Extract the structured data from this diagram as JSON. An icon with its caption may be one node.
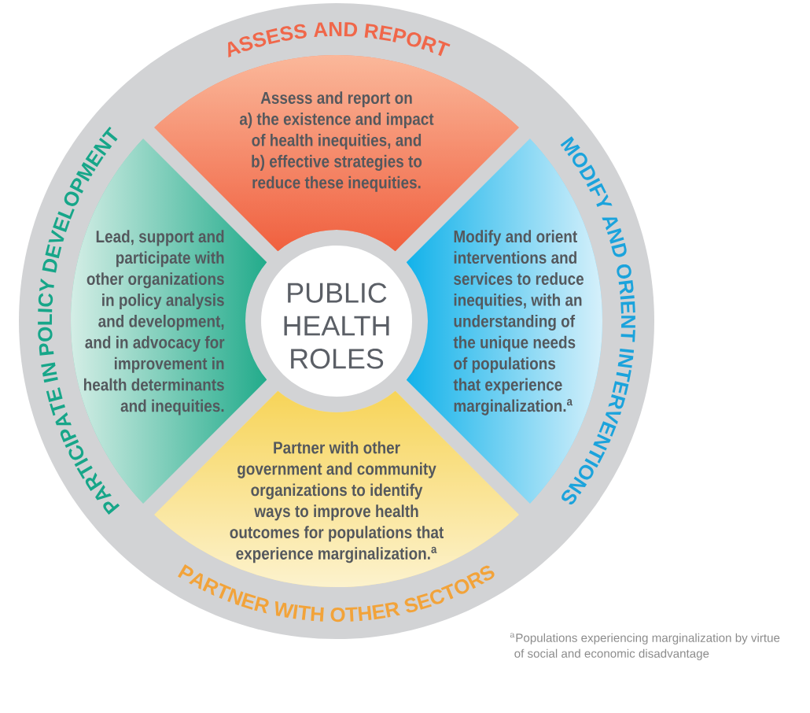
{
  "diagram": {
    "nodes": [
      {
        "text": [
          "ASSESS AND REPORT",
          "Assess and report on a) the existence and impact of health inequities, and b) effective strategies to reduce these inequities."
        ]
      },
      {
        "text": [
          "PARTICIPATE IN POLICY DEVELOPMENT",
          "Lead, support and participate with other organizations in policy analysis and development, and in advocacy for improvement in health determinants and inequities."
        ]
      },
      {
        "text": [
          "PUBLIC HEALTH ROLES"
        ]
      },
      {
        "text": [
          "MODIFY AND ORIENT INTERVENTIONS",
          "Modify and orient interventions and services to reduce inequities, with an understanding of the unique needs of populations that experience marginalization.$^{a}$"
        ]
      },
      {
        "text": [
          "Partner with other government and community organizations to identify ways to improve health outcomes for populations that experience marginalization.$^{a}$",
          "PARTNER WITH OTHER SECTORS"
        ]
      }
    ],
    "labels": [
      "$^{a}$Populations experiencing marginalization by virtue of social and economic disadvantage"
    ]
  }
}
